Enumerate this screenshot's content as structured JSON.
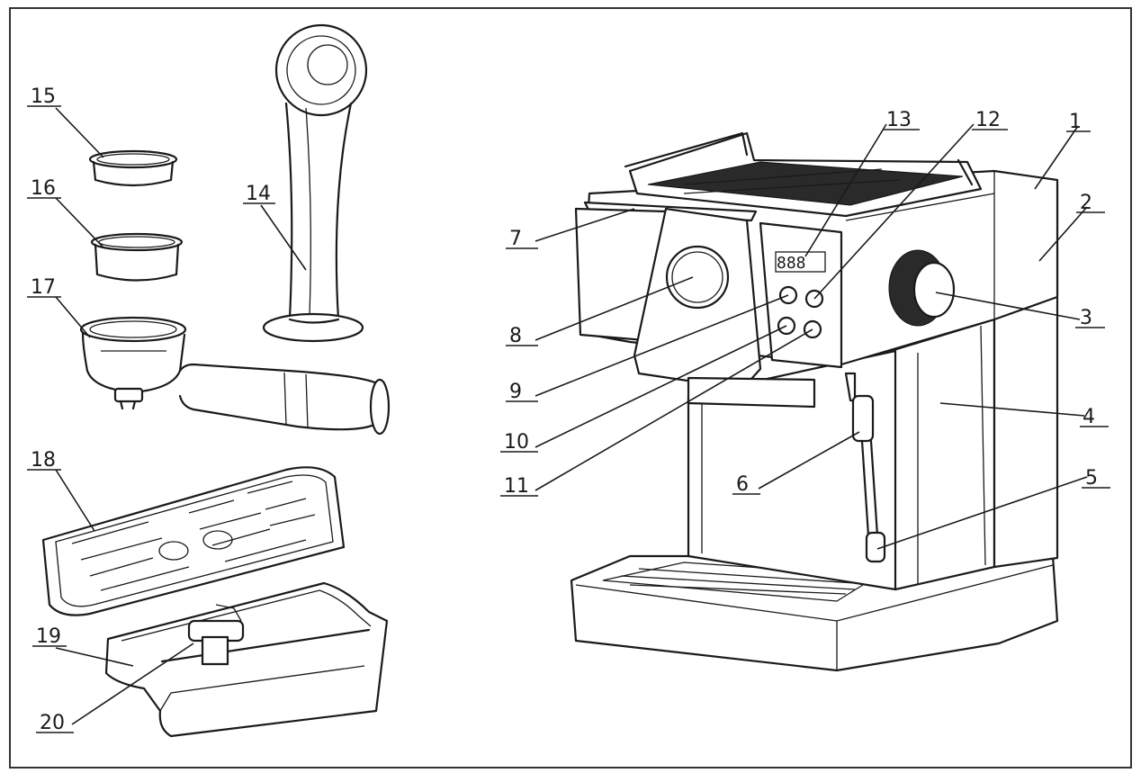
{
  "callouts": [
    {
      "id": "1",
      "label": "1"
    },
    {
      "id": "2",
      "label": "2"
    },
    {
      "id": "3",
      "label": "3"
    },
    {
      "id": "4",
      "label": "4"
    },
    {
      "id": "5",
      "label": "5"
    },
    {
      "id": "6",
      "label": "6"
    },
    {
      "id": "7",
      "label": "7"
    },
    {
      "id": "8",
      "label": "8"
    },
    {
      "id": "9",
      "label": "9"
    },
    {
      "id": "10",
      "label": "10"
    },
    {
      "id": "11",
      "label": "11"
    },
    {
      "id": "12",
      "label": "12"
    },
    {
      "id": "13",
      "label": "13"
    },
    {
      "id": "14",
      "label": "14"
    },
    {
      "id": "15",
      "label": "15"
    },
    {
      "id": "16",
      "label": "16"
    },
    {
      "id": "17",
      "label": "17"
    },
    {
      "id": "18",
      "label": "18"
    },
    {
      "id": "19",
      "label": "19"
    },
    {
      "id": "20",
      "label": "20"
    }
  ],
  "colors": {
    "line": "#1a1a1a",
    "background": "#ffffff",
    "frame": "#333333"
  }
}
